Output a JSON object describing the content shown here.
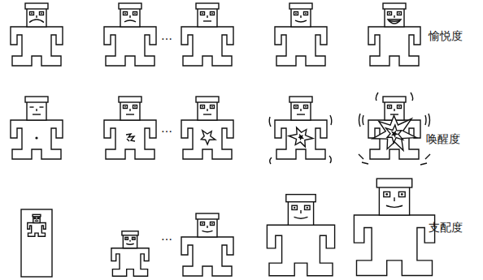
{
  "diagram": {
    "labels": [
      "…",
      "愉悦度",
      "…",
      "唤醒度",
      "…",
      "支配度"
    ]
  }
}
